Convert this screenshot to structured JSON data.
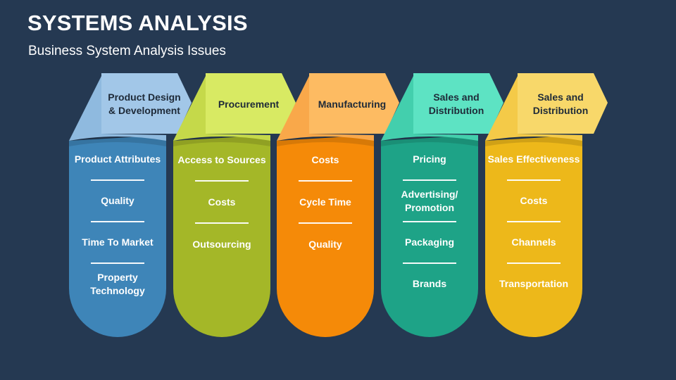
{
  "title": "SYSTEMS ANALYSIS",
  "subtitle": "Business System Analysis Issues",
  "columns": [
    {
      "header": "Product Design & Development",
      "items": [
        "Product Attributes",
        "Quality",
        "Time To Market",
        "Property Technology"
      ],
      "body_color": "#3e85b8",
      "header_color": "#a2c7e8",
      "fold_color": "#8fbadf"
    },
    {
      "header": "Procurement",
      "items": [
        "Access to Sources",
        "Costs",
        "Outsourcing"
      ],
      "body_color": "#a4b728",
      "header_color": "#d8ea63",
      "fold_color": "#c5d94a"
    },
    {
      "header": "Manufacturing",
      "items": [
        "Costs",
        "Cycle Time",
        "Quality"
      ],
      "body_color": "#f58a08",
      "header_color": "#fdbb62",
      "fold_color": "#f9a84a"
    },
    {
      "header": "Sales and Distribution",
      "items": [
        "Pricing",
        "Advertising/ Promotion",
        "Packaging",
        "Brands"
      ],
      "body_color": "#1ea387",
      "header_color": "#5de3c3",
      "fold_color": "#43cfad"
    },
    {
      "header": "Sales and Distribution",
      "items": [
        "Sales Effectiveness",
        "Costs",
        "Channels",
        "Transportation"
      ],
      "body_color": "#edb81a",
      "header_color": "#f8d86a",
      "fold_color": "#f4ca48"
    }
  ]
}
